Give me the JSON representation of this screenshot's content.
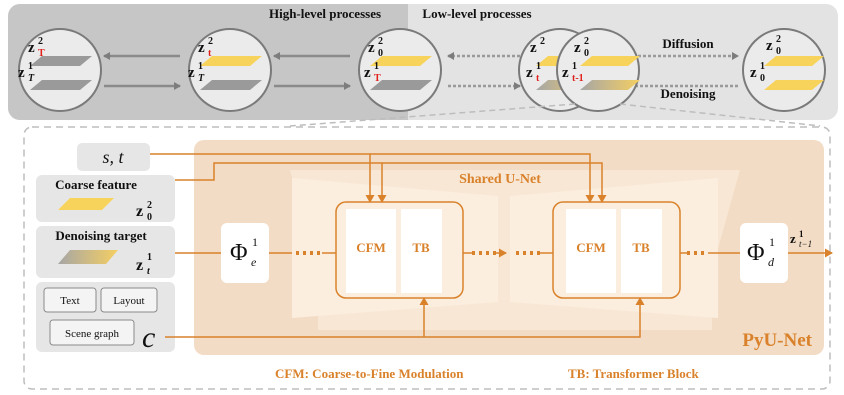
{
  "top": {
    "high_label": "High-level processes",
    "low_label": "Low-level processes",
    "diffusion_label": "Diffusion",
    "denoising_label": "Denoising"
  },
  "circles": {
    "c1": {
      "z_top": "z",
      "sup_top": "2",
      "sub_top": "T",
      "z_bot": "z",
      "sup_bot": "1",
      "sub_bot": "T"
    },
    "c2": {
      "z_top": "z",
      "sup_top": "2",
      "sub_top": "t",
      "z_bot": "z",
      "sup_bot": "1",
      "sub_bot": "T"
    },
    "c3": {
      "z_top": "z",
      "sup_top": "2",
      "sub_top": "0",
      "z_bot": "z",
      "sup_bot": "1",
      "sub_bot": "T"
    },
    "c4": {
      "z_top": "z",
      "sup_top": "2",
      "sub_top": "",
      "z_bot": "z",
      "sup_bot": "1",
      "sub_bot": "t"
    },
    "c5": {
      "z_top": "z",
      "sup_top": "2",
      "sub_top": "0",
      "z_bot": "z",
      "sup_bot": "1",
      "sub_bot": "t-1"
    },
    "c6": {
      "z_top": "z",
      "sup_top": "2",
      "sub_top": "0",
      "z_bot": "z",
      "sup_bot": "1",
      "sub_bot": "0"
    }
  },
  "inputs": {
    "st_label": "s, t",
    "coarse_feature_label": "Coarse feature",
    "coarse_z": "z",
    "coarse_sup": "2",
    "coarse_sub": "0",
    "denoising_target_label": "Denoising target",
    "target_z": "z",
    "target_sup": "1",
    "target_sub": "t",
    "cond_text": "Text",
    "cond_layout": "Layout",
    "cond_scene_graph": "Scene graph",
    "cond_c": "c"
  },
  "network": {
    "shared_unet_label": "Shared U-Net",
    "pyunet_label": "PyU-Net",
    "phi_e": "Φ",
    "phi_e_sup": "1",
    "phi_e_sub": "e",
    "phi_d": "Φ",
    "phi_d_sup": "1",
    "phi_d_sub": "d",
    "cfm": "CFM",
    "tb": "TB",
    "output_z": "z",
    "output_sup": "1",
    "output_sub": "t−1"
  },
  "legend": {
    "cfm_desc": "CFM: Coarse-to-Fine Modulation",
    "tb_desc": "TB: Transformer Block"
  },
  "colors": {
    "orange": "#d9822b",
    "tan_bg": "#f3dcc5",
    "inner_bg": "#f8e7d4",
    "yellow_plane": "#f7d35c",
    "red_sub": "#e0201b"
  }
}
